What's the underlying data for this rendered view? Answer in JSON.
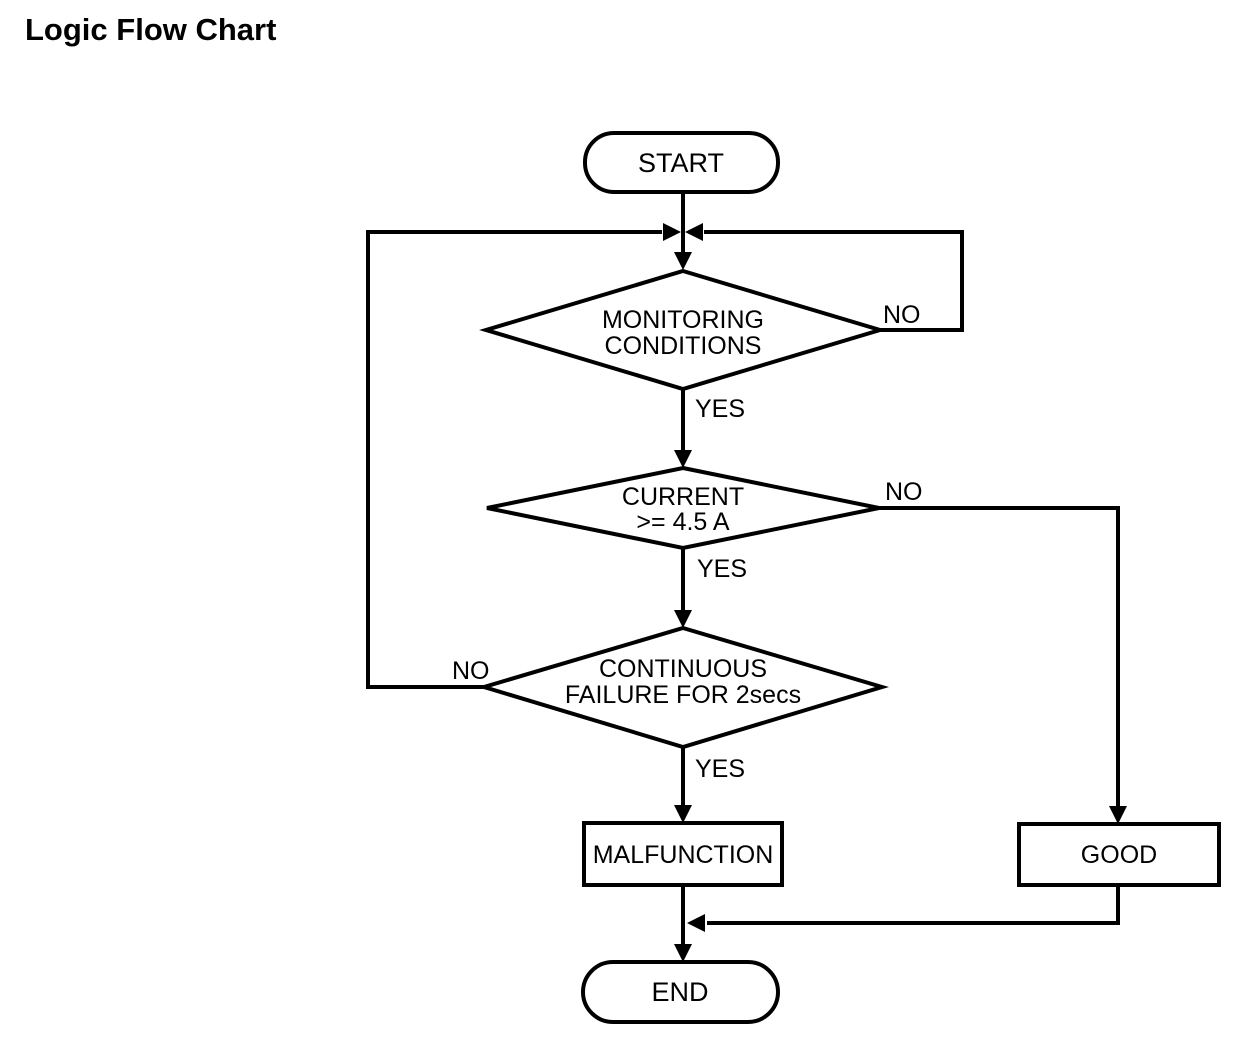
{
  "page": {
    "title": "Logic Flow Chart"
  },
  "flowchart": {
    "nodes": {
      "start": {
        "type": "terminator",
        "label": "START"
      },
      "monitoring_conditions": {
        "type": "decision",
        "label_line1": "MONITORING",
        "label_line2": "CONDITIONS"
      },
      "current_check": {
        "type": "decision",
        "label_line1": "CURRENT",
        "label_line2": ">= 4.5 A"
      },
      "continuous_failure": {
        "type": "decision",
        "label_line1": "CONTINUOUS",
        "label_line2": "FAILURE FOR 2secs"
      },
      "malfunction": {
        "type": "process",
        "label": "MALFUNCTION"
      },
      "good": {
        "type": "process",
        "label": "GOOD"
      },
      "end": {
        "type": "terminator",
        "label": "END"
      }
    },
    "edge_labels": {
      "monitoring_no": "NO",
      "monitoring_yes": "YES",
      "current_no": "NO",
      "current_yes": "YES",
      "continuous_no": "NO",
      "continuous_yes": "YES"
    },
    "colors": {
      "line": "#000000",
      "text": "#000000",
      "background": "#ffffff"
    }
  }
}
